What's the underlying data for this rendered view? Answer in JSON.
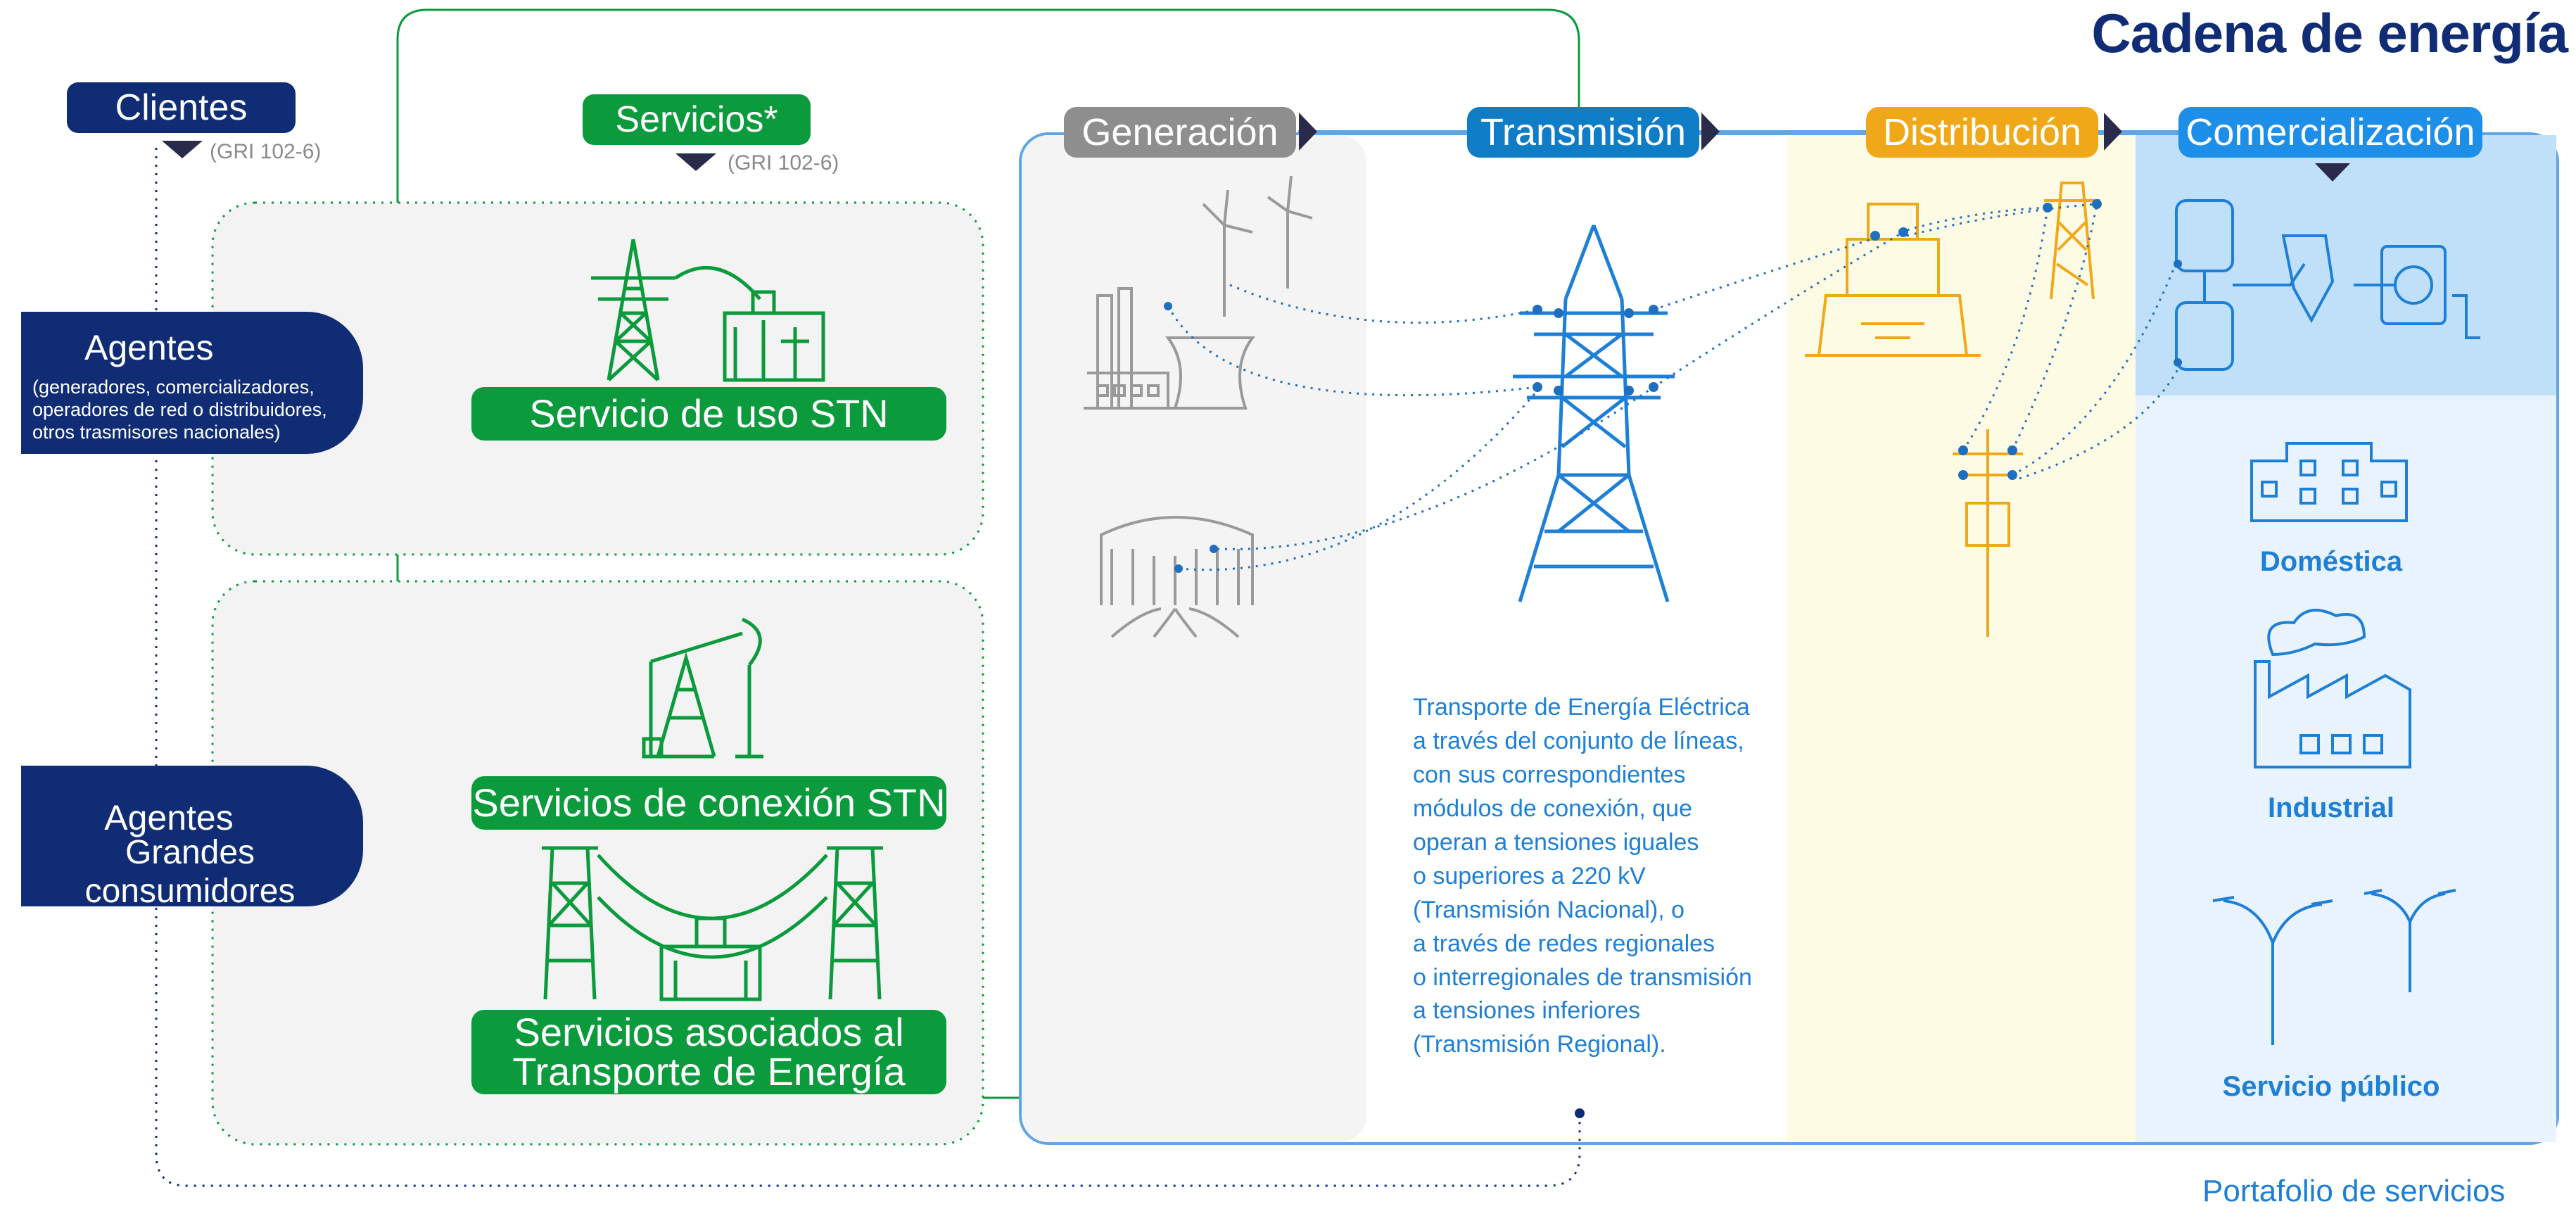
{
  "title": "Cadena de energía",
  "clientes": {
    "label": "Clientes",
    "gri": "(GRI 102-6)"
  },
  "servicios": {
    "label": "Servicios*",
    "gri": "(GRI 102-6)"
  },
  "agentes_1": {
    "title": "Agentes",
    "subtitle_lines": [
      "(generadores, comercializadores,",
      "operadores de red o distribuidores,",
      "otros trasmisores nacionales)"
    ]
  },
  "agentes_2": {
    "title": "Agentes",
    "subtitle": "Grandes consumidores"
  },
  "services": [
    {
      "label": "Servicio de uso STN",
      "icon": "transmission-tower-substation-icon"
    },
    {
      "label": "Servicios de conexión STN",
      "icon": "pumpjack-icon"
    },
    {
      "label_lines": [
        "Servicios asociados al",
        "Transporte de Energía"
      ],
      "icon": "towers-substation-icon"
    }
  ],
  "stages": [
    {
      "label": "Generación",
      "color": "#8e8e8e"
    },
    {
      "label": "Transmisión",
      "color": "#0f7cc6"
    },
    {
      "label": "Distribución",
      "color": "#f0a818"
    },
    {
      "label": "Comercialización",
      "color": "#1e8fe8"
    }
  ],
  "transmission_description": [
    "Transporte de Energía Eléctrica",
    "a través del conjunto de líneas,",
    "con sus correspondientes",
    "módulos de conexión, que",
    "operan a tensiones iguales",
    "o superiores a 220 kV",
    "(Transmisión Nacional), o",
    "a través de redes regionales",
    "o interregionales de transmisión",
    "a tensiones inferiores",
    "(Transmisión Regional)."
  ],
  "categories": [
    "Doméstica",
    "Industrial",
    "Servicio público"
  ],
  "footer_partial": "Portafolio de servicios",
  "colors": {
    "navy": "#0f2c74",
    "green": "#0b9a3c",
    "blue": "#1e7fd6",
    "gray": "#9a9a9a",
    "yellow": "#f0a818"
  }
}
